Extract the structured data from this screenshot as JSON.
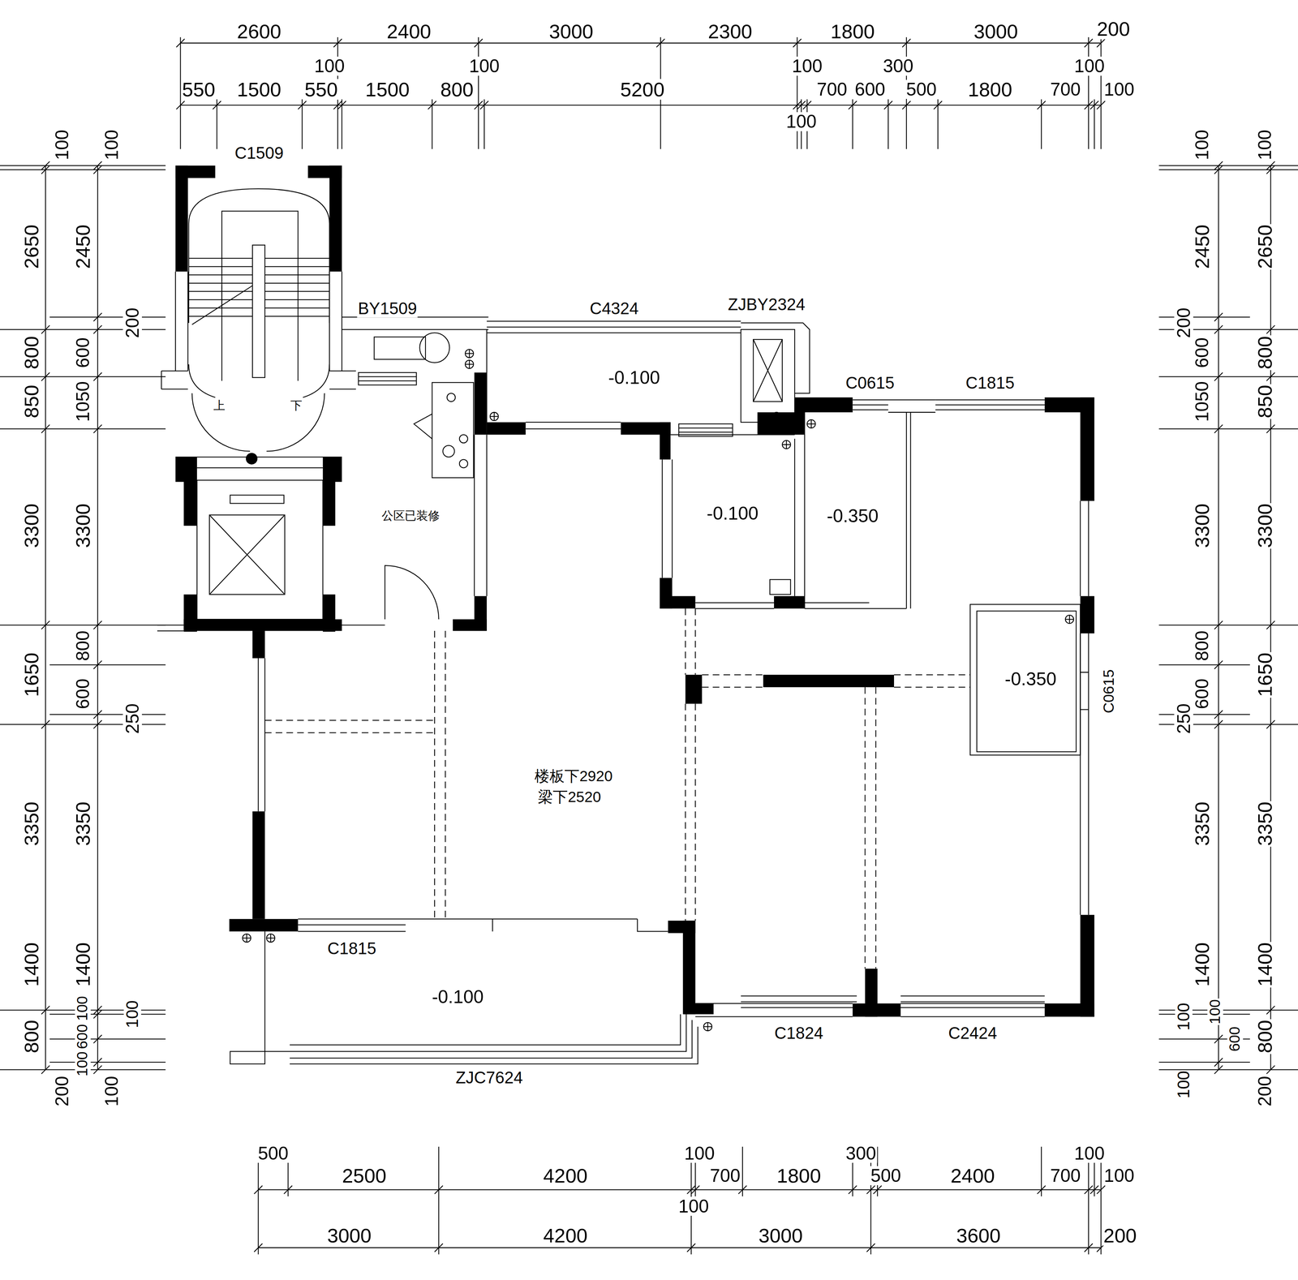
{
  "diagram": {
    "labels": [
      "2600",
      "2400",
      "3000",
      "2300",
      "1800",
      "3000",
      "200",
      "100",
      "100",
      "100",
      "300",
      "100",
      "550",
      "1500",
      "550",
      "1500",
      "800",
      "5200",
      "700",
      "600",
      "500",
      "1800",
      "700",
      "100",
      "100",
      "100",
      "100",
      "2650",
      "2450",
      "200",
      "800",
      "600",
      "850",
      "1050",
      "3300",
      "3300",
      "1650",
      "800",
      "600",
      "250",
      "3350",
      "3350",
      "1400",
      "1400",
      "100",
      "100",
      "800",
      "600",
      "100",
      "200",
      "100",
      "C1509",
      "BY1509",
      "C4324",
      "ZJBY2324",
      "上",
      "下",
      "-0.100",
      "C0615",
      "C1815",
      "公区已装修",
      "-0.100",
      "-0.350",
      "-0.350",
      "C0615",
      "楼板下2920",
      "梁下2520",
      "C1815",
      "-0.100",
      "C1824",
      "C2424",
      "ZJC7624",
      "100",
      "100",
      "2450",
      "2650",
      "200",
      "600",
      "800",
      "1050",
      "850",
      "3300",
      "3300",
      "800",
      "600",
      "1650",
      "250",
      "3350",
      "3350",
      "1400",
      "1400",
      "100",
      "100",
      "600",
      "800",
      "100",
      "200",
      "500",
      "100",
      "300",
      "100",
      "2500",
      "4200",
      "700",
      "1800",
      "500",
      "2400",
      "700",
      "100",
      "100",
      "3000",
      "4200",
      "3000",
      "3600",
      "200"
    ]
  }
}
